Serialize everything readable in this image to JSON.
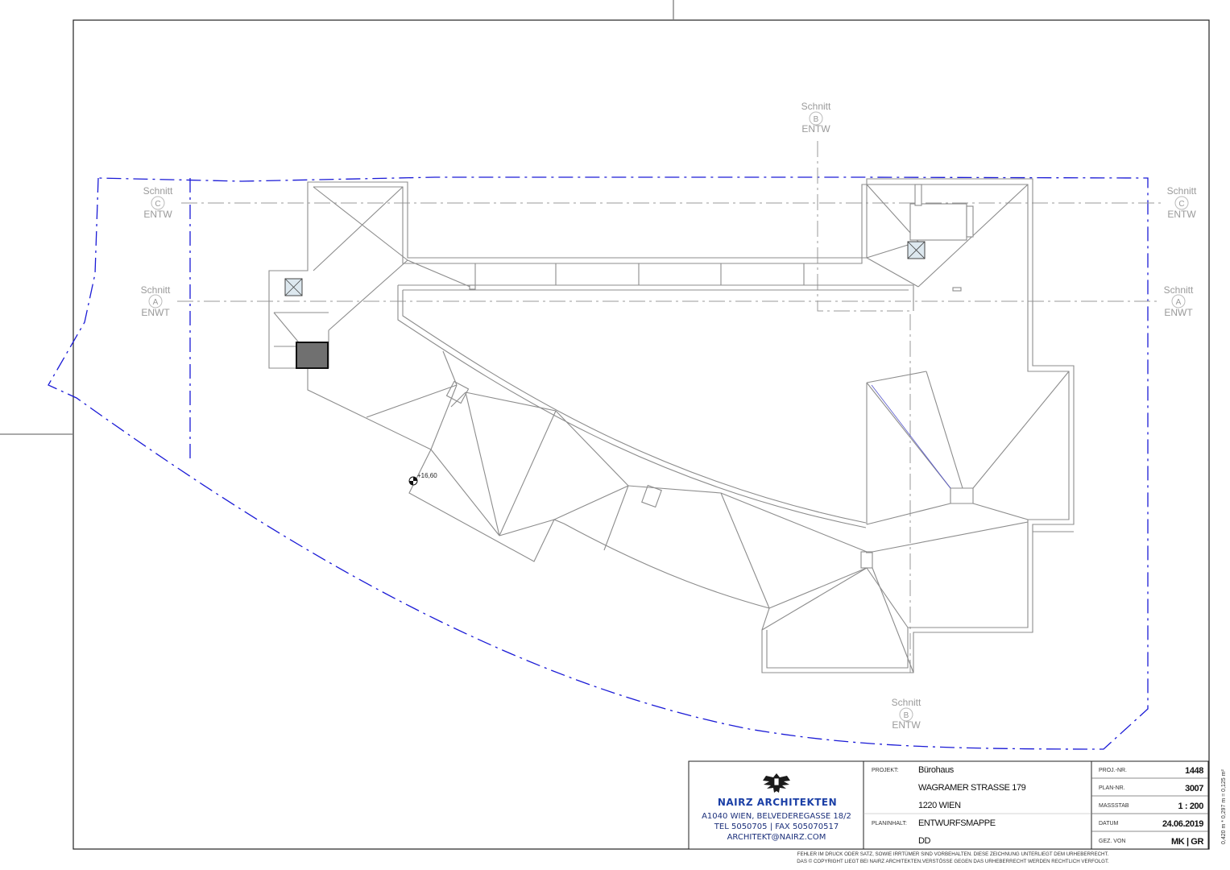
{
  "sections": {
    "schnitt_word": "Schnitt",
    "letters": {
      "a": "A",
      "b": "B",
      "c": "C"
    },
    "codes": {
      "entw": "ENTW",
      "enwt": "ENWT"
    }
  },
  "elevation": "+16,60",
  "title_block": {
    "firm": {
      "name": "NAIRZ ARCHITEKTEN",
      "address": "A1040 WIEN, BELVEDEREGASSE 18/2",
      "phone": "TEL 5050705 | FAX 505070517",
      "email": "ARCHITEKT@NAIRZ.COM"
    },
    "project_label": "PROJEKT:",
    "project_lines": [
      "Bürohaus",
      "WAGRAMER STRASSE 179",
      "1220 WIEN"
    ],
    "planinhalt_label": "PLANINHALT:",
    "planinhalt_lines": [
      "ENTWURFSMAPPE",
      "DD"
    ],
    "fields": [
      {
        "label": "PROJ.-NR.",
        "value": "1448"
      },
      {
        "label": "PLAN-NR.",
        "value": "3007"
      },
      {
        "label": "MASSSTAB",
        "value": "1 : 200"
      },
      {
        "label": "DATUM",
        "value": "24.06.2019"
      },
      {
        "label": "GEZ. VON",
        "value": "MK | GR"
      }
    ]
  },
  "footer": {
    "line1": "FEHLER IM DRUCK ODER SATZ, SOWIE IRRTÜMER SIND VORBEHALTEN.  DIESE ZEICHNUNG UNTERLIEGT DEM URHEBERRECHT.",
    "line2": "DAS  © COPYRIGHT LIEGT BEI NAIRZ ARCHITEKTEN.VERSTÖSSE GEGEN DAS URHEBERRECHT WERDEN RECHTLICH VERFOLGT."
  },
  "sheet_size": "0,420 m * 0,297 m = 0,125 m²",
  "colors": {
    "plot_line": "#a9a9a9",
    "boundary": "#1a1ad6",
    "section_line": "#9a9a9a",
    "firm": "#1b3fa6"
  }
}
